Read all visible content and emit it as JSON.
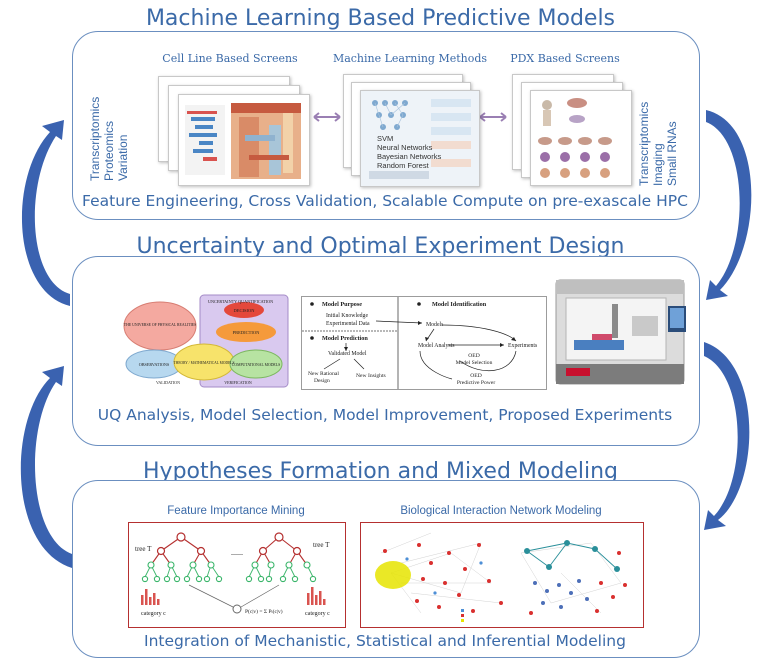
{
  "sections": {
    "top": {
      "title": "Machine Learning Based Predictive Models",
      "caption": "Feature Engineering, Cross Validation, Scalable Compute on pre-exascale HPC",
      "left_labels": [
        "Transcriptomics",
        "Proteomics",
        "Variation"
      ],
      "right_labels": [
        "Transcriptomics",
        "Imaging",
        "Small RNAs"
      ],
      "columns": [
        "Cell Line Based Screens",
        "Machine Learning Methods",
        "PDX Based Screens"
      ],
      "ml_methods": [
        "SVM",
        "Neural Networks",
        "Bayesian Networks",
        "Random Forest"
      ]
    },
    "middle": {
      "title": "Uncertainty and Optimal Experiment Design",
      "caption": "UQ Analysis, Model Selection, Model Improvement, Proposed Experiments",
      "venn": {
        "uq_label": "UNCERTAINTY QUANTIFICATION",
        "decision": "DECISION",
        "prediction": "PREDICTION",
        "universe": "THE UNIVERSE OF PHYSICAL REALITIES",
        "observations": "OBSERVATIONS",
        "theory": "THEORY / MATHEMATICAL MODELS",
        "computational": "COMPUTATIONAL MODELS",
        "validation": "VALIDATION",
        "verification": "VERIFICATION"
      },
      "flow": {
        "model_purpose": "Model Purpose",
        "initial_knowledge": "Initial Knowledge",
        "experimental_data": "Experimental Data",
        "model_prediction": "Model Prediction",
        "validated_model": "Validated Model",
        "new_rational_design_1": "New Rational",
        "new_rational_design_2": "Design",
        "new_insights": "New Insights",
        "model_identification": "Model Identification",
        "models": "Models",
        "model_analysis": "Model Analysis",
        "experiments": "Experiments",
        "oed_selection_1": "OED",
        "oed_selection_2": "Model Selection",
        "oed_power_1": "OED",
        "oed_power_2": "Predictive Power"
      }
    },
    "bottom": {
      "title": "Hypotheses Formation and Mixed Modeling",
      "caption": "Integration of Mechanistic, Statistical and Inferential Modeling",
      "left_sub": "Feature Importance Mining",
      "right_sub": "Biological Interaction Network Modeling",
      "tree_1": "tree T",
      "tree_t": "tree T",
      "category_1": "category c",
      "category_2": "category c"
    }
  },
  "colors": {
    "accent": "#3b6aa8",
    "arrow": "#3a62b0",
    "border": "#6b8fc0"
  }
}
